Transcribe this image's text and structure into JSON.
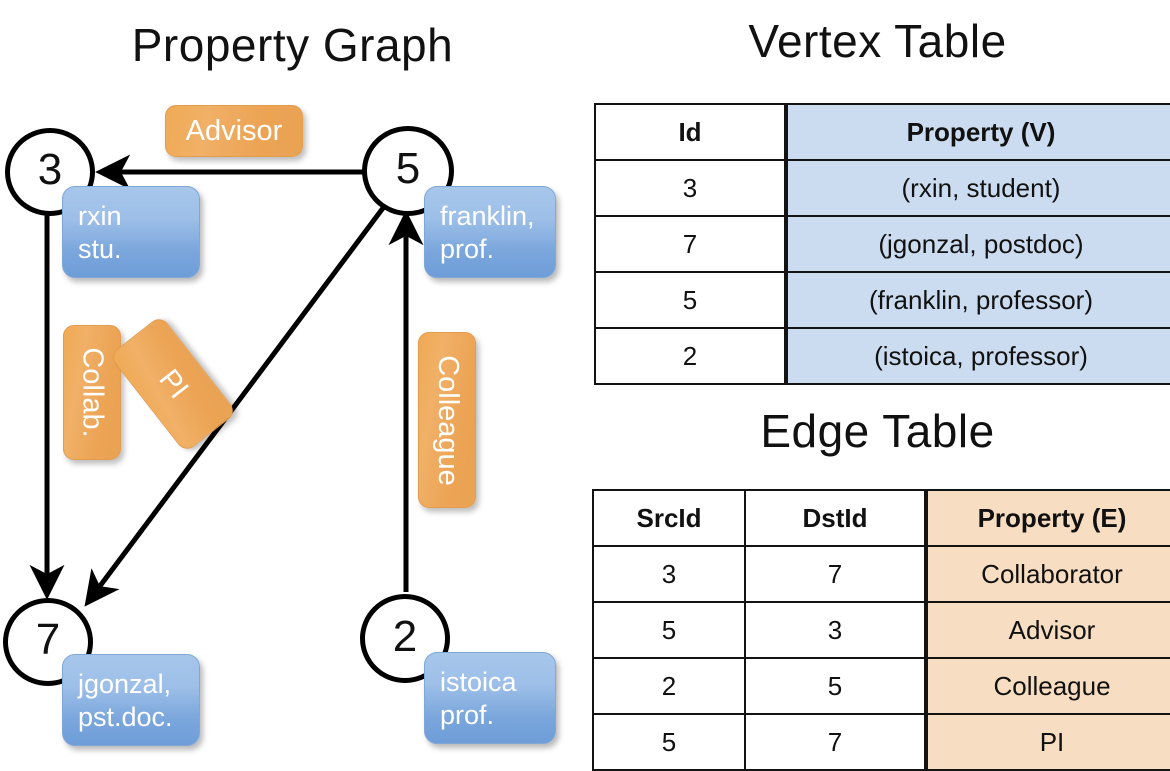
{
  "titles": {
    "property_graph": "Property Graph",
    "vertex_table": "Vertex Table",
    "edge_table": "Edge Table"
  },
  "graph": {
    "nodes": [
      {
        "id": "3",
        "name": "node-3",
        "property_line1": "rxin",
        "property_line2": "stu."
      },
      {
        "id": "5",
        "name": "node-5",
        "property_line1": "franklin,",
        "property_line2": "prof."
      },
      {
        "id": "7",
        "name": "node-7",
        "property_line1": "jgonzal,",
        "property_line2": "pst.doc."
      },
      {
        "id": "2",
        "name": "node-2",
        "property_line1": "istoica",
        "property_line2": "prof."
      }
    ],
    "edge_labels": {
      "advisor": "Advisor",
      "collab": "Collab.",
      "pi": "PI",
      "colleague": "Colleague"
    },
    "edges": [
      {
        "src": "5",
        "dst": "3",
        "label": "Advisor"
      },
      {
        "src": "3",
        "dst": "7",
        "label": "Collab."
      },
      {
        "src": "5",
        "dst": "7",
        "label": "PI"
      },
      {
        "src": "2",
        "dst": "5",
        "label": "Colleague"
      }
    ]
  },
  "vertex_table": {
    "headers": [
      "Id",
      "Property (V)"
    ],
    "rows": [
      {
        "id": "3",
        "property": "(rxin, student)"
      },
      {
        "id": "7",
        "property": "(jgonzal, postdoc)"
      },
      {
        "id": "5",
        "property": "(franklin, professor)"
      },
      {
        "id": "2",
        "property": "(istoica, professor)"
      }
    ]
  },
  "edge_table": {
    "headers": [
      "SrcId",
      "DstId",
      "Property (E)"
    ],
    "rows": [
      {
        "src": "3",
        "dst": "7",
        "property": "Collaborator"
      },
      {
        "src": "5",
        "dst": "3",
        "property": "Advisor"
      },
      {
        "src": "2",
        "dst": "5",
        "property": "Colleague"
      },
      {
        "src": "5",
        "dst": "7",
        "property": "PI"
      }
    ]
  },
  "colors": {
    "vertex_property_fill": "#ccdcf0",
    "edge_property_fill": "#f7ddc1",
    "node_box_blue": "#8fb4e2",
    "edge_label_orange": "#eca354",
    "stroke": "#131313"
  }
}
